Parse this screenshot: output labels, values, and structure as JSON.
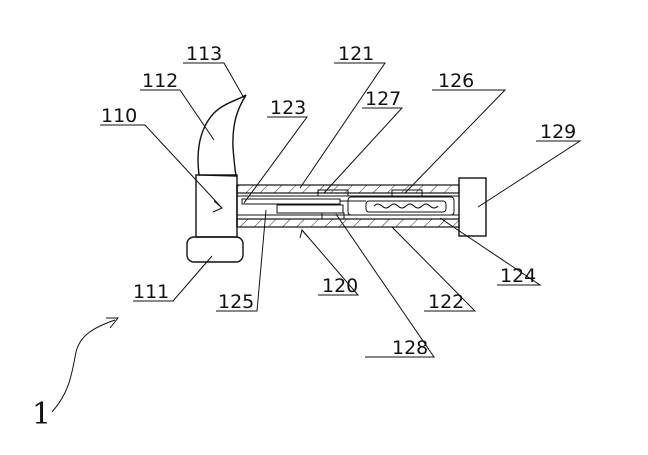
{
  "figure": {
    "overall_ref": "1",
    "labels": {
      "l110": "110",
      "l111": "111",
      "l112": "112",
      "l113": "113",
      "l120": "120",
      "l121": "121",
      "l122": "122",
      "l123": "123",
      "l124": "124",
      "l125": "125",
      "l126": "126",
      "l127": "127",
      "l128": "128",
      "l129": "129"
    }
  }
}
